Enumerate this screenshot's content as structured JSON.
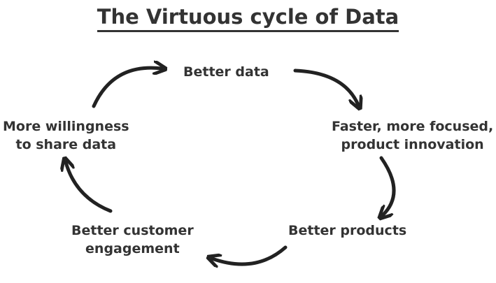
{
  "diagram": {
    "title": "The Virtuous cycle of Data",
    "nodes": [
      {
        "id": "better-data",
        "lines": [
          "Better data"
        ]
      },
      {
        "id": "faster-innovation",
        "lines": [
          "Faster, more focused,",
          "product innovation"
        ]
      },
      {
        "id": "better-products",
        "lines": [
          "Better products"
        ]
      },
      {
        "id": "customer-engagement",
        "lines": [
          "Better customer",
          "engagement"
        ]
      },
      {
        "id": "willingness",
        "lines": [
          "More willingness",
          "to share data"
        ]
      }
    ],
    "edges": [
      {
        "from": "better-data",
        "to": "faster-innovation"
      },
      {
        "from": "faster-innovation",
        "to": "better-products"
      },
      {
        "from": "better-products",
        "to": "customer-engagement"
      },
      {
        "from": "customer-engagement",
        "to": "willingness"
      },
      {
        "from": "willingness",
        "to": "better-data"
      }
    ],
    "colors": {
      "text": "#333333",
      "arrow": "#222222",
      "background": "#ffffff"
    }
  }
}
